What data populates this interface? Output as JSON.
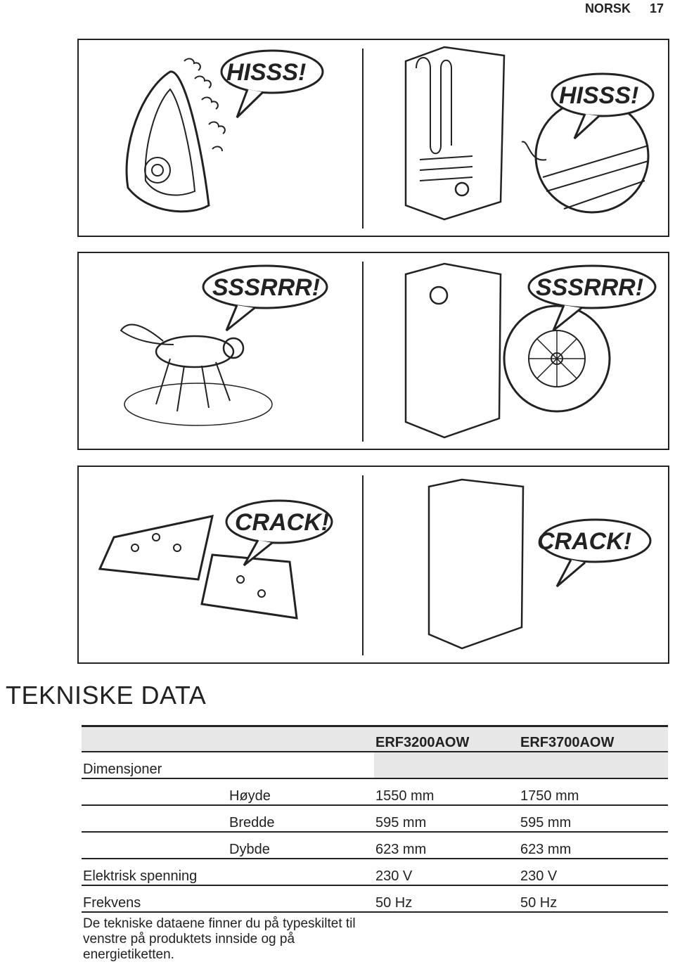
{
  "header": {
    "language": "NORSK",
    "page_number": "17"
  },
  "panels": [
    {
      "left_sound": "HISSS!",
      "right_sound": "HISSS!"
    },
    {
      "left_sound": "SSSRRR!",
      "right_sound": "SSSRRR!"
    },
    {
      "left_sound": "CRACK!",
      "right_sound": "CRACK!"
    }
  ],
  "section": {
    "title": "TEKNISKE DATA"
  },
  "table": {
    "models": [
      "ERF3200AOW",
      "ERF3700AOW"
    ],
    "dimensions_label": "Dimensjoner",
    "rows": [
      {
        "label": "Høyde",
        "values": [
          "1550 mm",
          "1750 mm"
        ]
      },
      {
        "label": "Bredde",
        "values": [
          "595 mm",
          "595 mm"
        ]
      },
      {
        "label": "Dybde",
        "values": [
          "623 mm",
          "623 mm"
        ]
      }
    ],
    "voltage": {
      "label": "Elektrisk spenning",
      "values": [
        "230 V",
        "230 V"
      ]
    },
    "frequency": {
      "label": "Frekvens",
      "values": [
        "50 Hz",
        "50 Hz"
      ]
    }
  },
  "footnote": "De tekniske dataene finner du på typeskiltet til venstre på produktets innside og på energietiketten."
}
